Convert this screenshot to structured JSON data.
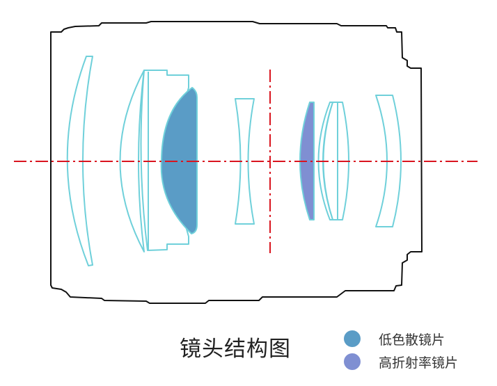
{
  "caption": "镜头结构图",
  "legend": [
    {
      "label": "低色散镜片",
      "color": "#5a9cc6"
    },
    {
      "label": "高折射率镜片",
      "color": "#7f8fd2"
    }
  ],
  "colors": {
    "housing": "#111111",
    "lens_outline": "#6fd0da",
    "axis_line": "#d9141e"
  }
}
